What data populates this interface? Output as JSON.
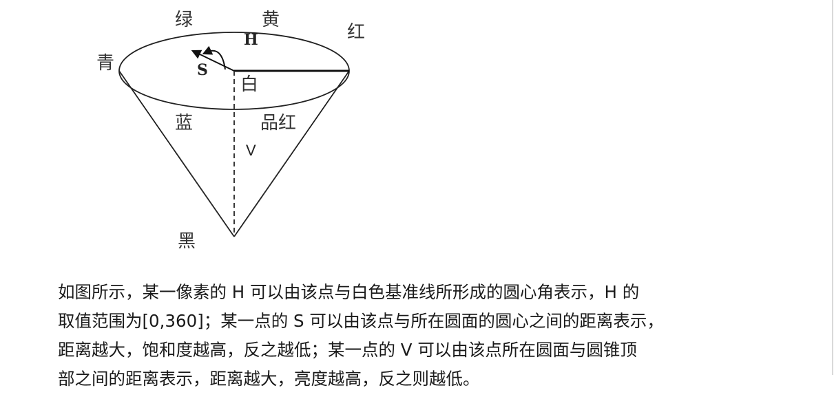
{
  "diagram": {
    "labels": {
      "green": "绿",
      "yellow": "黄",
      "red": "红",
      "cyan": "青",
      "hue_axis": "H",
      "saturation_axis": "S",
      "white": "白",
      "blue": "蓝",
      "magenta": "品红",
      "value_axis": "V",
      "black": "黑"
    }
  },
  "description": {
    "lines": [
      "如图所示，某一像素的 H 可以由该点与白色基准线所形成的圆心角表示，H 的",
      "取值范围为[0,360]；某一点的 S 可以由该点与所在圆面的圆心之间的距离表示，",
      "距离越大，饱和度越高，反之越低；某一点的 V 可以由该点所在圆面与圆锥顶",
      "部之间的距离表示，距离越大，亮度越高，反之则越低。"
    ]
  }
}
